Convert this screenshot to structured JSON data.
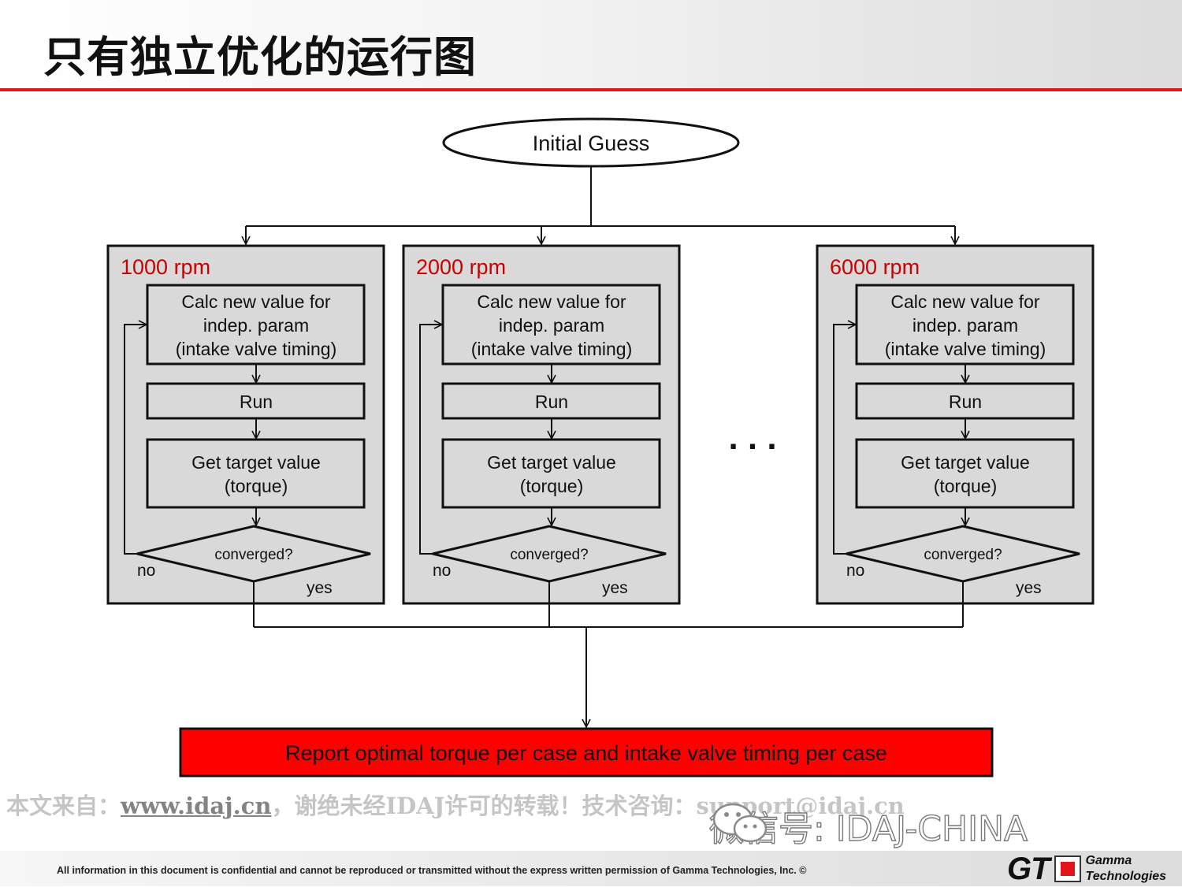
{
  "title": "只有独立优化的运行图",
  "start_node": "Initial Guess",
  "cases": [
    {
      "rpm": "1000 rpm"
    },
    {
      "rpm": "2000 rpm"
    },
    {
      "rpm": "6000 rpm"
    }
  ],
  "steps": {
    "calc": [
      "Calc new value for",
      "indep. param",
      "(intake valve timing)"
    ],
    "run": "Run",
    "target": [
      "Get target value",
      "(torque)"
    ],
    "decision": "converged?",
    "no": "no",
    "yes": "yes"
  },
  "ellipsis": ". . .",
  "report": "Report optimal torque per case and intake valve timing per case",
  "watermark": {
    "prefix": "本文来自：",
    "url": "www.idaj.cn",
    "suffix": "，谢绝未经IDAJ许可的转载！技术咨询：support@idaj.cn"
  },
  "wechat": "微信号: IDAJ-CHINA",
  "footer": "All information in this document is confidential and cannot be reproduced or transmitted without the express written permission of Gamma Technologies, Inc. ©",
  "logo": {
    "mark": "GT",
    "line1": "Gamma",
    "line2": "Technologies"
  },
  "colors": {
    "accent": "#e0161b",
    "rpm": "#cc0000",
    "panel": "#d9d9d9",
    "report": "#ff0000"
  }
}
